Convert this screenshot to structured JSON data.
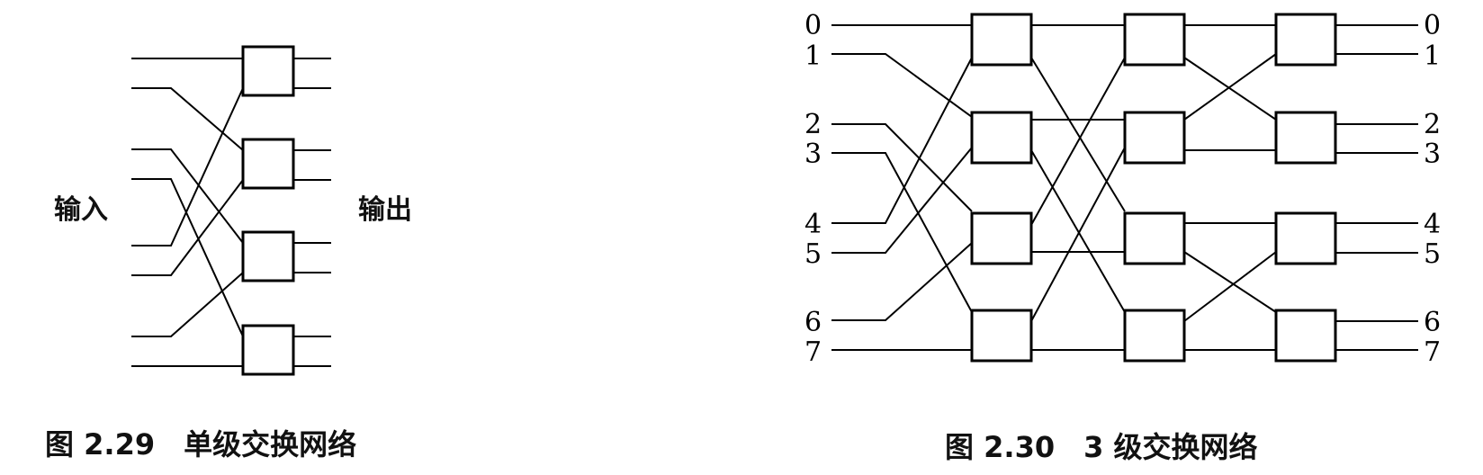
{
  "figure_left": {
    "caption": "图 2.29　单级交换网络",
    "input_label": "输入",
    "output_label": "输出",
    "stages": 1,
    "switch_count": 4
  },
  "figure_right": {
    "caption": "图 2.30　3 级交换网络",
    "stages": 3,
    "switches_per_stage": 4,
    "input_labels": [
      "0",
      "1",
      "2",
      "3",
      "4",
      "5",
      "6",
      "7"
    ],
    "output_labels": [
      "0",
      "1",
      "2",
      "3",
      "4",
      "5",
      "6",
      "7"
    ]
  }
}
